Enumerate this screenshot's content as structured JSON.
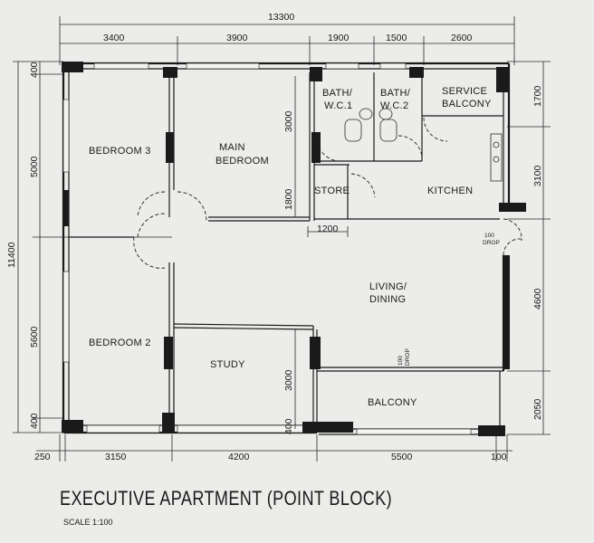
{
  "title": "EXECUTIVE APARTMENT (POINT BLOCK)",
  "scale": "SCALE 1:100",
  "rooms": {
    "bedroom3": "BEDROOM 3",
    "main_bedroom_1": "MAIN",
    "main_bedroom_2": "BEDROOM",
    "bath1_1": "BATH/",
    "bath1_2": "W.C.1",
    "bath2_1": "BATH/",
    "bath2_2": "W.C.2",
    "service_1": "SERVICE",
    "service_2": "BALCONY",
    "store": "STORE",
    "kitchen": "KITCHEN",
    "living_1": "LIVING/",
    "living_2": "DINING",
    "bedroom2": "BEDROOM 2",
    "study": "STUDY",
    "balcony": "BALCONY",
    "drop_1": "100",
    "drop_2": "DROP"
  },
  "dims_top": {
    "total": "13300",
    "d1": "3400",
    "d2": "3900",
    "d3": "1900",
    "d4": "1500",
    "d5": "2600"
  },
  "dims_bottom": {
    "d0": "250",
    "d1": "3150",
    "d2": "4200",
    "d3": "5500",
    "d4": "100"
  },
  "dims_left": {
    "total": "11400",
    "d1": "400",
    "d2": "5000",
    "d3": "5600",
    "d4": "400"
  },
  "dims_right": {
    "d1": "1700",
    "d2": "3100",
    "d3": "4600",
    "d4": "2050"
  },
  "dims_inner": {
    "bath_h": "3000",
    "store_h": "1800",
    "store_w": "1200",
    "study_h": "3000",
    "study_gap": "400"
  }
}
